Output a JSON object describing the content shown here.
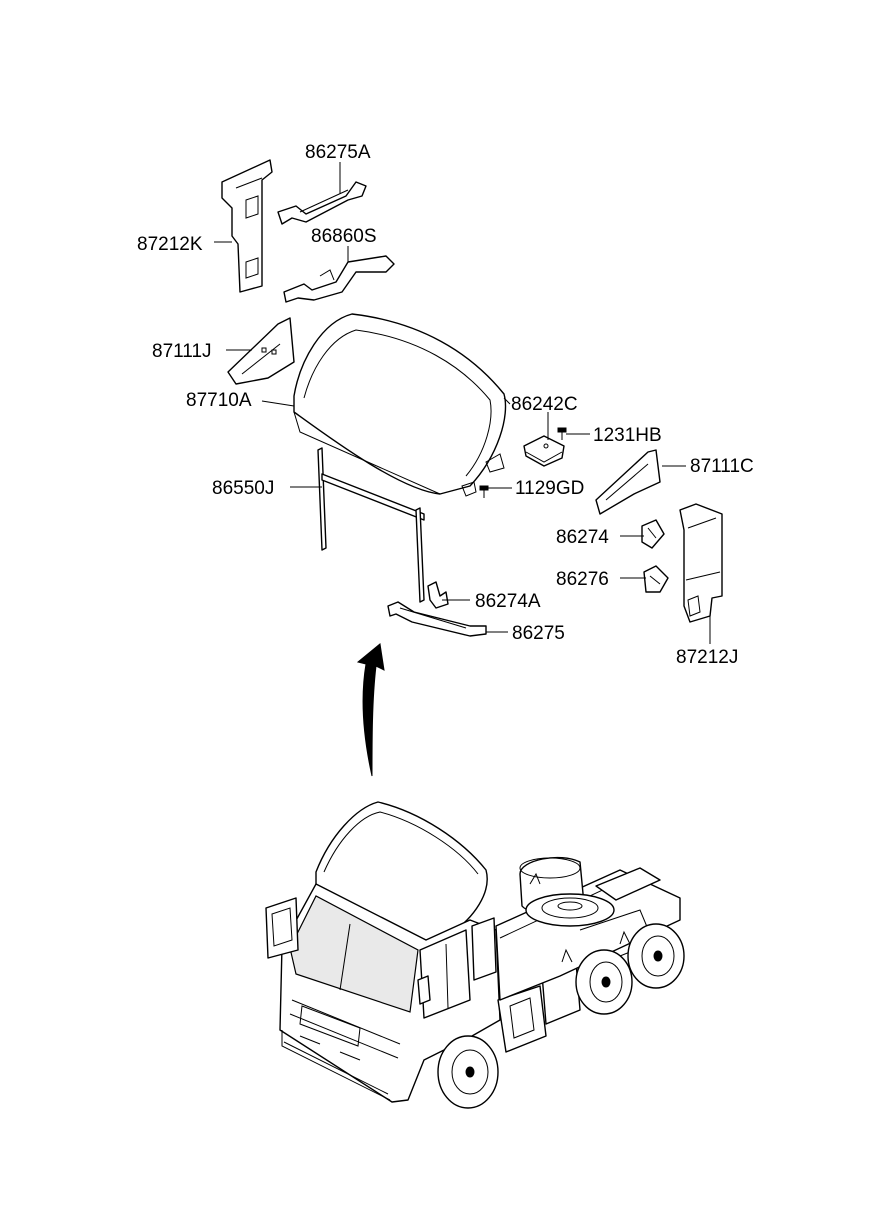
{
  "labels": {
    "p86275A": "86275A",
    "p87212K": "87212K",
    "p86860S": "86860S",
    "p87111J": "87111J",
    "p87710A": "87710A",
    "p86242C": "86242C",
    "p1231HB": "1231HB",
    "p87111C": "87111C",
    "p86550J": "86550J",
    "p1129GD": "1129GD",
    "p86274": "86274",
    "p86276": "86276",
    "p86274A": "86274A",
    "p86275": "86275",
    "p87212J": "87212J"
  }
}
